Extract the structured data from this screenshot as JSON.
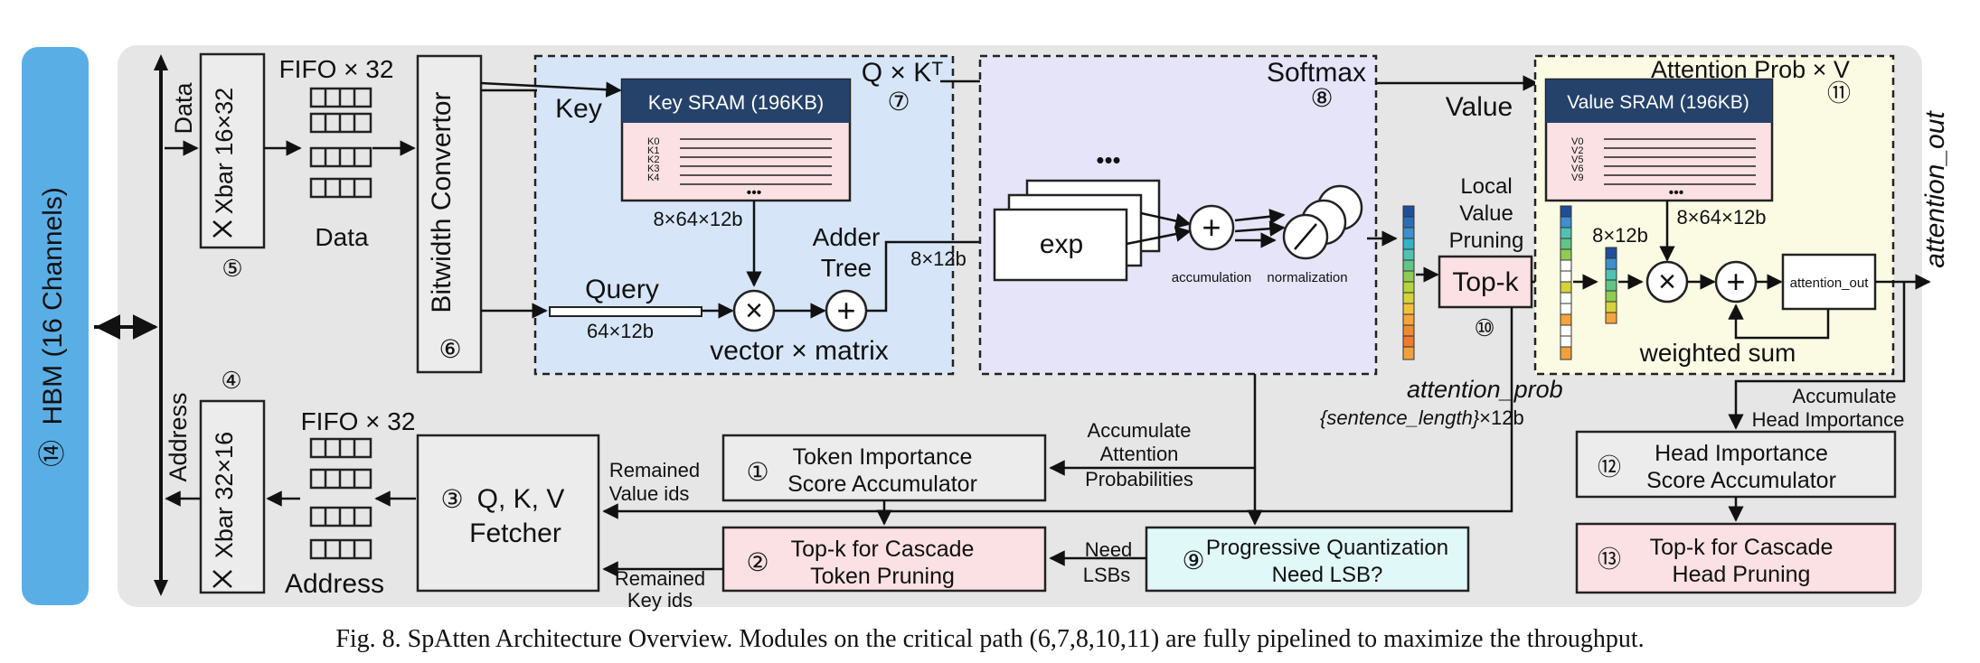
{
  "hbm": {
    "label": "HBM (16 Channels)",
    "num": "⑭"
  },
  "xbar_data": {
    "label": "Xbar 16×32",
    "num": "⑤",
    "side": "Data"
  },
  "xbar_addr": {
    "label": "Xbar 32×16",
    "num": "④",
    "side": "Address"
  },
  "fifo_top": {
    "title": "FIFO × 32",
    "caption": "Data"
  },
  "fifo_bottom": {
    "title": "FIFO × 32",
    "caption": "Address"
  },
  "bitwidth": {
    "label": "Bitwidth Convertor",
    "num": "⑥"
  },
  "qk": {
    "title": "Q × Kᵀ",
    "num": "⑦",
    "key_label": "Key",
    "sram_title": "Key SRAM (196KB)",
    "rows": [
      "K0",
      "K1",
      "K2",
      "K3",
      "K4"
    ],
    "dots": "•••",
    "sram_dim": "8×64×12b",
    "query_label": "Query",
    "query_dim": "64×12b",
    "adder_label1": "Adder",
    "adder_label2": "Tree",
    "vm_label": "vector × matrix",
    "mult": "×",
    "plus": "+"
  },
  "softmax": {
    "title": "Softmax",
    "num": "⑧",
    "dots": "•••",
    "exp": "exp",
    "dim": "8×12b",
    "accum": "accumulation",
    "norm": "normalization",
    "plus": "+",
    "div": "/"
  },
  "attn_prob": {
    "label": "attention_prob",
    "dim_a": "{sentence_length}",
    "dim_b": "×12b"
  },
  "topk10": {
    "label": "Top-k",
    "num": "⑩",
    "lvp1": "Local",
    "lvp2": "Value",
    "lvp3": "Pruning"
  },
  "av": {
    "title": "Attention Prob × V",
    "num": "⑪",
    "value_label": "Value",
    "sram_title": "Value SRAM (196KB)",
    "rows": [
      "V0",
      "V2",
      "V5",
      "V6",
      "V9"
    ],
    "dots": "•••",
    "sram_dim": "8×64×12b",
    "dim2": "8×12b",
    "out_box": "attention_out",
    "weighted": "weighted sum",
    "mult": "×",
    "plus": "+"
  },
  "attention_out_label": "attention_out",
  "accumulate_head_1": "Accumulate",
  "accumulate_head_2": "Head Importance",
  "head_acc": {
    "num": "⑫",
    "l1": "Head Importance",
    "l2": "Score Accumulator"
  },
  "head_prune": {
    "num": "⑬",
    "l1": "Top-k for Cascade",
    "l2": "Head Pruning"
  },
  "token_acc": {
    "num": "①",
    "l1": "Token Importance",
    "l2": "Score Accumulator"
  },
  "token_prune": {
    "num": "②",
    "l1": "Top-k for Cascade",
    "l2": "Token Pruning"
  },
  "fetcher": {
    "num": "③",
    "l1": "Q, K, V",
    "l2": "Fetcher"
  },
  "prog_quant": {
    "num": "⑨",
    "l1": "Progressive Quantization",
    "l2": "Need LSB?"
  },
  "acc_attn": {
    "l1": "Accumulate",
    "l2": "Attention",
    "l3": "Probabilities"
  },
  "remained_value": {
    "l1": "Remained",
    "l2": "Value ids"
  },
  "remained_key": {
    "l1": "Remained",
    "l2": "Key ids"
  },
  "need_lsbs": {
    "l1": "Need",
    "l2": "LSBs"
  },
  "caption": "Fig. 8.  SpAtten Architecture Overview. Modules on the critical path (6,7,8,10,11) are fully pipelined to maximize the throughput.",
  "colors": {
    "hbm": "#5aaee6",
    "panel": "#e6e6e6",
    "qk_bg": "#d6e6f8",
    "softmax_bg": "#e5e4f9",
    "av_bg": "#fbfbe4",
    "sram_head": "#25426b",
    "pink": "#fbe1e3",
    "quant_bg": "#e1f8f8"
  }
}
